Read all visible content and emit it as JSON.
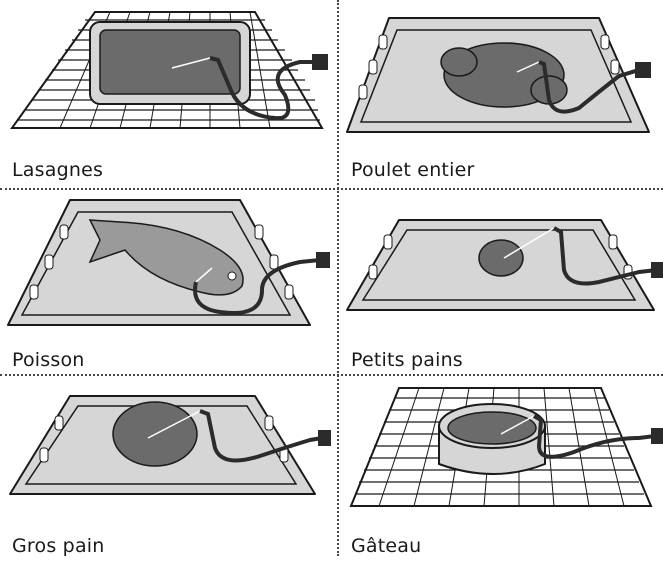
{
  "panels": [
    {
      "id": "lasagnes",
      "caption": "Lasagnes",
      "support": "grille",
      "food": "lasagne-dish"
    },
    {
      "id": "poulet",
      "caption": "Poulet entier",
      "support": "plaque",
      "food": "whole-chicken"
    },
    {
      "id": "poisson",
      "caption": "Poisson",
      "support": "plaque",
      "food": "fish"
    },
    {
      "id": "petits-pains",
      "caption": "Petits pains",
      "support": "plaque",
      "food": "bread-roll"
    },
    {
      "id": "gros-pain",
      "caption": "Gros pain",
      "support": "plaque",
      "food": "large-bread"
    },
    {
      "id": "gateau",
      "caption": "Gâteau",
      "support": "grille",
      "food": "cake-pan"
    }
  ],
  "colors": {
    "tray_fill": "#d6d6d6",
    "tray_stroke": "#1a1a1a",
    "food_fill": "#6b6b6b",
    "probe_cable": "#2b2b2b",
    "divider": "#444444"
  }
}
